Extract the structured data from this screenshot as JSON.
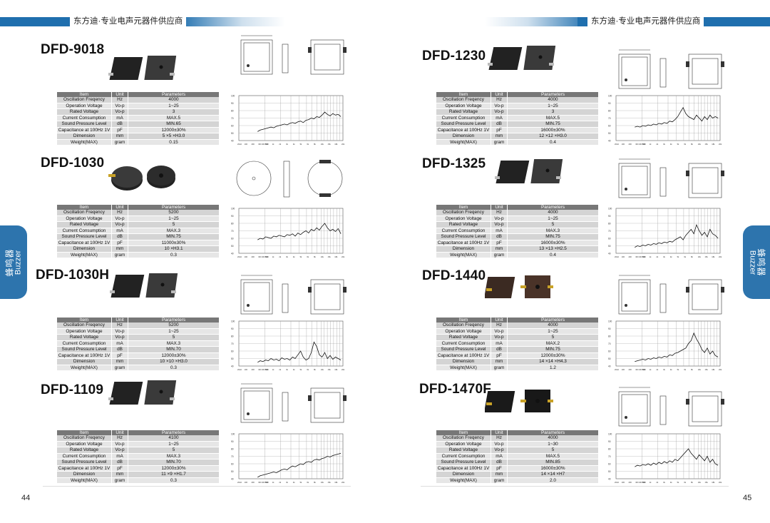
{
  "header": {
    "company_left": "东方迪·专业电声元器件供应商",
    "company_right": "东方迪·专业电声元器件供应商"
  },
  "side_tab": {
    "cn": "蜂鸣器",
    "en": "Buzzer"
  },
  "pages": {
    "left": "44",
    "right": "45"
  },
  "table_headers": [
    "Item",
    "Unit",
    "Parameters"
  ],
  "row_items": [
    "Oscillation Freqency",
    "Operation Voltage",
    "Rated Voltage",
    "Current Consumption",
    "Sound Pressure Level",
    "Capacitance at 100Hz 1V",
    "Dimension",
    "Weight(MAX)"
  ],
  "row_units": [
    "Hz",
    "Vo-p",
    "Vo-p",
    "mA",
    "dB",
    "pF",
    "mm",
    "gram"
  ],
  "products": [
    {
      "model": "DFD-9018",
      "params": [
        "4000",
        "1~25",
        "3",
        "MAX.5",
        "MIN.65",
        "12000±30%",
        "5 ×5 ×H3.0",
        "0.15"
      ]
    },
    {
      "model": "DFD-1030",
      "params": [
        "5200",
        "1~25",
        "5",
        "MAX.3",
        "MIN.75",
        "11000±30%",
        "10 ×H3.1",
        "0.3"
      ]
    },
    {
      "model": "DFD-1030H",
      "params": [
        "5200",
        "1~25",
        "5",
        "MAX.3",
        "MIN.70",
        "12000±30%",
        "10 ×10 ×H3.0",
        "0.3"
      ]
    },
    {
      "model": "DFD-1109",
      "params": [
        "4100",
        "1~25",
        "5",
        "MAX.3",
        "MIN.70",
        "12000±30%",
        "11 ×9 ×H1.7",
        "0.3"
      ]
    },
    {
      "model": "DFD-1230",
      "params": [
        "4000",
        "1~25",
        "3",
        "MAX.5",
        "MIN.75",
        "16000±30%",
        "12 ×12 ×H3.0",
        "0.4"
      ]
    },
    {
      "model": "DFD-1325",
      "params": [
        "4000",
        "1~25",
        "5",
        "MAX.3",
        "MIN.75",
        "16000±30%",
        "13 ×13 ×H2.5",
        "0.4"
      ]
    },
    {
      "model": "DFD-1440",
      "params": [
        "4000",
        "1~25",
        "5",
        "MAX.2",
        "MIN.75",
        "12000±30%",
        "14 ×14 ×H4.3",
        "1.2"
      ]
    },
    {
      "model": "DFD-1470F",
      "params": [
        "4000",
        "1~30",
        "5",
        "MAX.5",
        "MIN.85",
        "16000±30%",
        "14 ×14 ×H7",
        "2.0"
      ]
    }
  ],
  "graph": {
    "x_ticks": [
      "20Hz",
      "100",
      "200",
      "300 400 500",
      "800",
      "1k",
      "2k",
      "3k",
      "4k",
      "5k",
      "6k",
      "8k",
      "10k",
      "15k",
      "18k",
      "20k"
    ],
    "y_ticks": [
      "100",
      "90",
      "80",
      "70",
      "60",
      "50",
      "40"
    ]
  },
  "curves": [
    [
      52,
      54,
      55,
      56,
      57,
      58,
      57,
      59,
      60,
      61,
      62,
      61,
      63,
      64,
      63,
      65,
      66,
      64,
      67,
      68,
      70,
      69,
      72,
      71,
      74,
      78,
      75,
      73,
      76,
      74,
      75,
      72
    ],
    [
      58,
      60,
      59,
      62,
      61,
      60,
      63,
      62,
      64,
      63,
      62,
      65,
      64,
      66,
      63,
      67,
      65,
      68,
      70,
      67,
      72,
      70,
      74,
      71,
      76,
      80,
      74,
      70,
      72,
      69,
      73,
      66
    ],
    [
      45,
      47,
      46,
      48,
      47,
      50,
      48,
      49,
      47,
      51,
      49,
      50,
      48,
      52,
      50,
      55,
      60,
      52,
      48,
      50,
      58,
      72,
      66,
      55,
      52,
      58,
      50,
      54,
      49,
      52,
      50,
      48
    ],
    [
      42,
      44,
      45,
      46,
      47,
      48,
      49,
      48,
      50,
      52,
      53,
      52,
      55,
      57,
      56,
      58,
      60,
      59,
      62,
      63,
      62,
      65,
      66,
      65,
      67,
      68,
      70,
      69,
      71,
      72,
      73,
      74
    ],
    [
      58,
      59,
      58,
      60,
      59,
      61,
      60,
      62,
      61,
      63,
      62,
      64,
      63,
      66,
      65,
      68,
      72,
      78,
      84,
      76,
      72,
      70,
      68,
      74,
      70,
      66,
      72,
      68,
      74,
      70,
      72,
      70
    ],
    [
      48,
      50,
      49,
      51,
      50,
      52,
      51,
      53,
      52,
      54,
      53,
      55,
      54,
      56,
      55,
      58,
      60,
      62,
      58,
      64,
      68,
      72,
      66,
      78,
      70,
      64,
      68,
      62,
      72,
      66,
      64,
      60
    ],
    [
      46,
      47,
      48,
      49,
      48,
      50,
      49,
      51,
      50,
      52,
      51,
      53,
      52,
      55,
      54,
      57,
      58,
      60,
      62,
      64,
      70,
      74,
      84,
      76,
      70,
      62,
      58,
      64,
      56,
      60,
      54,
      52
    ],
    [
      56,
      58,
      57,
      59,
      58,
      60,
      58,
      61,
      59,
      62,
      60,
      63,
      61,
      64,
      62,
      66,
      64,
      68,
      72,
      76,
      80,
      74,
      70,
      66,
      72,
      68,
      64,
      70,
      62,
      66,
      60,
      58
    ]
  ]
}
